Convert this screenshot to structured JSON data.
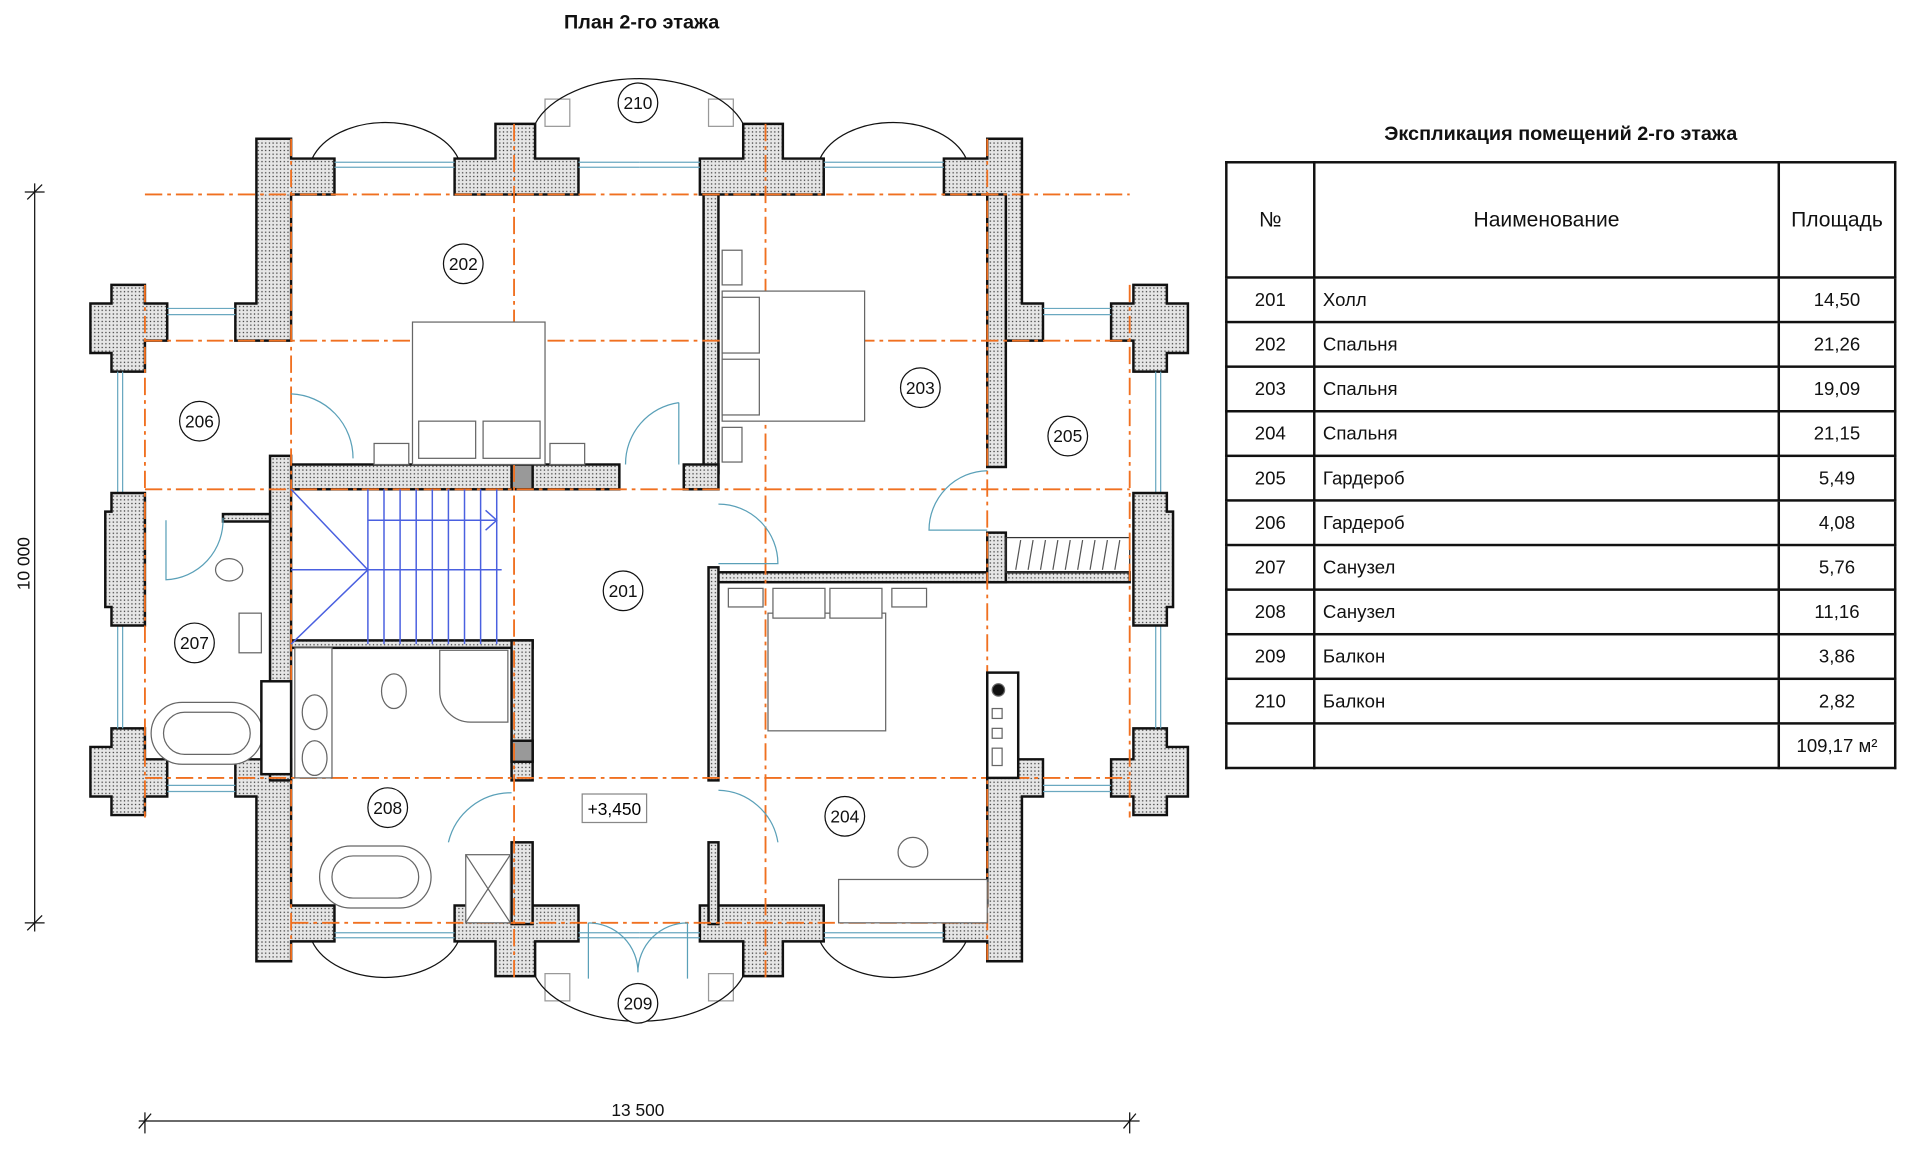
{
  "plan": {
    "title": "План 2-го этажа",
    "dim_width": "13 500",
    "dim_height": "10 000",
    "elevation": "+3,450",
    "rooms": {
      "r201": "201",
      "r202": "202",
      "r203": "203",
      "r204": "204",
      "r205": "205",
      "r206": "206",
      "r207": "207",
      "r208": "208",
      "r209": "209",
      "r210": "210"
    }
  },
  "explication": {
    "title": "Экспликация помещений 2-го этажа",
    "headers": {
      "no": "№",
      "name": "Наименование",
      "area": "Площадь"
    },
    "rows": [
      {
        "no": "201",
        "name": "Холл",
        "area": "14,50"
      },
      {
        "no": "202",
        "name": "Спальня",
        "area": "21,26"
      },
      {
        "no": "203",
        "name": "Спальня",
        "area": "19,09"
      },
      {
        "no": "204",
        "name": "Спальня",
        "area": "21,15"
      },
      {
        "no": "205",
        "name": "Гардероб",
        "area": "5,49"
      },
      {
        "no": "206",
        "name": "Гардероб",
        "area": "4,08"
      },
      {
        "no": "207",
        "name": "Санузел",
        "area": "5,76"
      },
      {
        "no": "208",
        "name": "Санузел",
        "area": "11,16"
      },
      {
        "no": "209",
        "name": "Балкон",
        "area": "3,86"
      },
      {
        "no": "210",
        "name": "Балкон",
        "area": "2,82"
      }
    ],
    "total": "109,17 м²"
  },
  "colors": {
    "grid": "#f07020",
    "stairs": "#4a60e0",
    "door": "#5aa0b8",
    "wall_fill": "#e6e6e6"
  }
}
